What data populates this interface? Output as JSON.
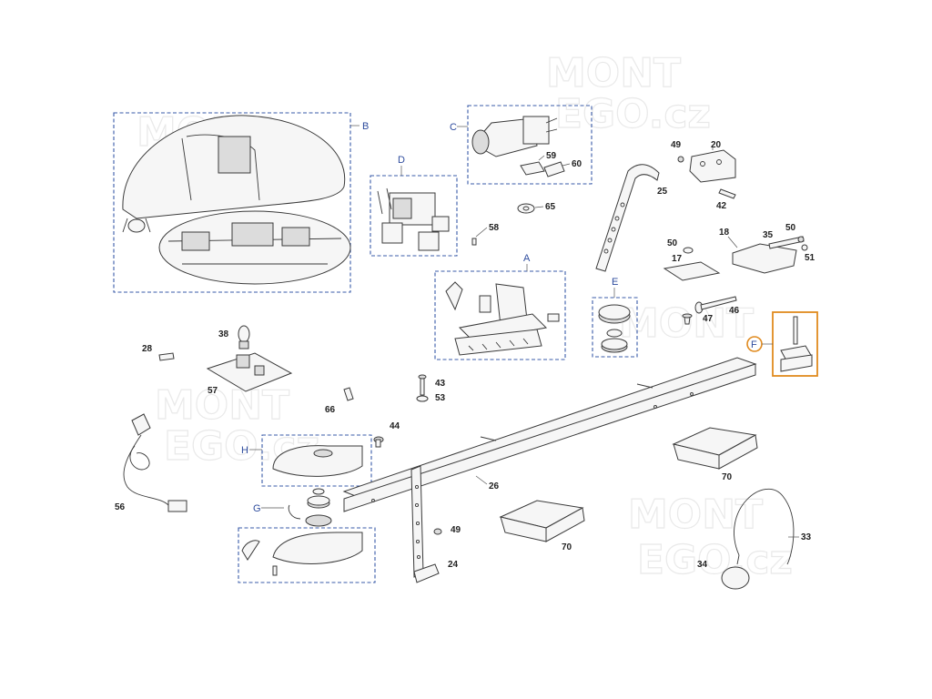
{
  "watermark": {
    "text_1": "MONT",
    "text_2": "EGO.cz"
  },
  "groups": {
    "A": "A",
    "B": "B",
    "C": "C",
    "D": "D",
    "E": "E",
    "F": "F",
    "G": "G",
    "H": "H"
  },
  "parts": {
    "p20": "20",
    "p24": "24",
    "p25": "25",
    "p26": "26",
    "p28": "28",
    "p33": "33",
    "p34": "34",
    "p35": "35",
    "p38": "38",
    "p42": "42",
    "p43": "43",
    "p44": "44",
    "p46": "46",
    "p47": "47",
    "p49a": "49",
    "p49b": "49",
    "p50a": "50",
    "p50b": "50",
    "p51": "51",
    "p53": "53",
    "p56": "56",
    "p57": "57",
    "p58": "58",
    "p59": "59",
    "p60": "60",
    "p65": "65",
    "p66": "66",
    "p70a": "70",
    "p70b": "70",
    "p17": "17",
    "p18": "18"
  },
  "colors": {
    "group_box": "#3a5ba8",
    "highlight_box": "#e08a1e",
    "line_art": "#3a3a3a"
  }
}
